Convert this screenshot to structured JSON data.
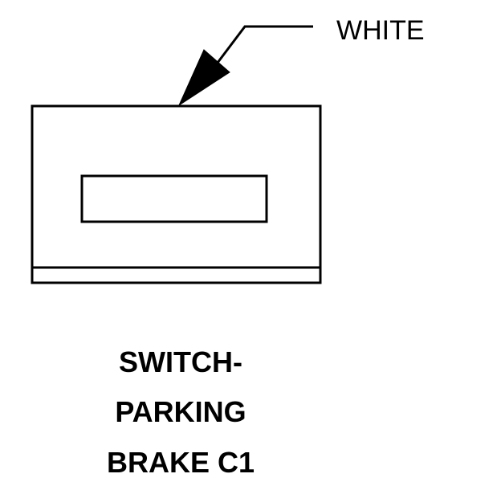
{
  "callout": {
    "label": "WHITE"
  },
  "caption": {
    "lines": [
      "SWITCH-",
      "PARKING",
      "BRAKE C1"
    ]
  },
  "colors": {
    "line": "#000000",
    "background": "#ffffff"
  }
}
